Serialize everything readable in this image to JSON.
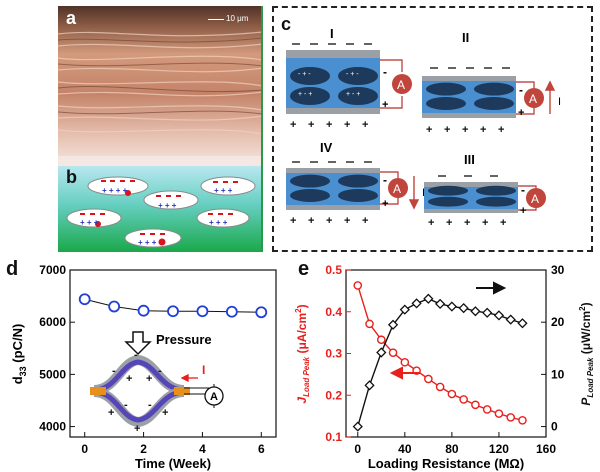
{
  "panels": {
    "a": {
      "label": "a",
      "scale_bar": "10 μm"
    },
    "b": {
      "label": "b"
    },
    "c": {
      "label": "c",
      "states": [
        {
          "roman": "I"
        },
        {
          "roman": "II",
          "current": "I"
        },
        {
          "roman": "III"
        },
        {
          "roman": "IV",
          "current": "I"
        }
      ],
      "ammeter": "A"
    },
    "d": {
      "label": "d",
      "ylabel_main": "d",
      "ylabel_sub": "33",
      "ylabel_unit": " (pC/N)",
      "xlabel": "Time (Week)",
      "inset": {
        "pressure_label": "Pressure",
        "current_label": "I",
        "ammeter": "A"
      }
    },
    "e": {
      "label": "e",
      "xlabel": "Loading Resistance (MΩ)",
      "left_ylabel": {
        "main": "J",
        "sub": "Load Peak",
        "unit": " (μA/cm",
        "sup": "2",
        "close": ")"
      },
      "right_ylabel": {
        "main": "P",
        "sub": "Load Peak",
        "unit": " (μW/cm",
        "sup": "2",
        "close": ")"
      }
    }
  },
  "chart_data": [
    {
      "type": "scatter",
      "panel": "d",
      "x": [
        0,
        1,
        2,
        3,
        4,
        5,
        6
      ],
      "series": [
        {
          "values": [
            6440,
            6300,
            6220,
            6210,
            6210,
            6200,
            6190
          ],
          "color": "#1f3fd9"
        }
      ],
      "xlim": [
        -0.5,
        6.5
      ],
      "ylim": [
        3800,
        7000
      ],
      "xticks": [
        0,
        2,
        4,
        6
      ],
      "yticks": [
        4000,
        5000,
        6000,
        7000
      ]
    },
    {
      "type": "line",
      "panel": "e",
      "x": [
        0,
        10,
        20,
        30,
        40,
        50,
        60,
        70,
        80,
        90,
        100,
        110,
        120,
        130,
        140
      ],
      "series": [
        {
          "axis": "left",
          "color": "#e8201c",
          "marker": "circle",
          "values": [
            0.463,
            0.371,
            0.333,
            0.302,
            0.279,
            0.259,
            0.239,
            0.22,
            0.203,
            0.19,
            0.177,
            0.166,
            0.156,
            0.147,
            0.14
          ]
        },
        {
          "axis": "right",
          "color": "#111111",
          "marker": "diamond",
          "values": [
            0.0,
            7.9,
            14.2,
            19.5,
            22.4,
            23.6,
            24.5,
            23.5,
            23.0,
            22.7,
            22.1,
            21.8,
            21.3,
            20.5,
            19.8
          ]
        }
      ],
      "xlim": [
        -10,
        160
      ],
      "left_ylim": [
        0.1,
        0.5
      ],
      "right_ylim": [
        -2,
        30
      ],
      "xticks": [
        0,
        40,
        80,
        120,
        160
      ],
      "left_yticks": [
        0.1,
        0.2,
        0.3,
        0.4,
        0.5
      ],
      "right_yticks": [
        0,
        10,
        20,
        30
      ]
    }
  ]
}
